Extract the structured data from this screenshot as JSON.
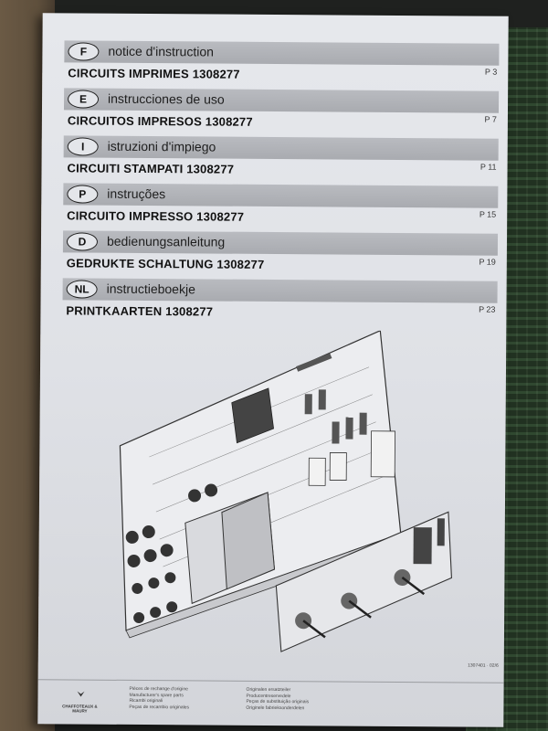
{
  "entries": [
    {
      "code": "F",
      "language": "notice d'instruction",
      "title": "CIRCUITS IMPRIMES 1308277",
      "page": "P 3"
    },
    {
      "code": "E",
      "language": "instrucciones de uso",
      "title": "CIRCUITOS IMPRESOS 1308277",
      "page": "P 7"
    },
    {
      "code": "I",
      "language": "istruzioni d'impiego",
      "title": "CIRCUITI STAMPATI 1308277",
      "page": "P 11"
    },
    {
      "code": "P",
      "language": "instruções",
      "title": "CIRCUITO IMPRESSO 1308277",
      "page": "P 15"
    },
    {
      "code": "D",
      "language": "bedienungsanleitung",
      "title": "GEDRUKTE SCHALTUNG 1308277",
      "page": "P 19"
    },
    {
      "code": "NL",
      "language": "instructieboekje",
      "title": "PRINTKAARTEN 1308277",
      "page": "P 23"
    }
  ],
  "footer": {
    "brand": "CHAFFOTEAUX & MAURY",
    "parts_lines": [
      "Pièces de rechange d'origine",
      "Manufacturer's spare parts",
      "Ricambi originali",
      "Peças de recambio originales"
    ],
    "original_lines": [
      "Originalen ersatzteiler",
      "Producentreservedele",
      "Peças de substituição originais",
      "Originele fabrieksonderdelen"
    ],
    "doc_code": "1307401 · 02/6"
  },
  "colors": {
    "booklet": "#e1e3e8",
    "bar": "#b0b2b7",
    "text": "#111111"
  }
}
